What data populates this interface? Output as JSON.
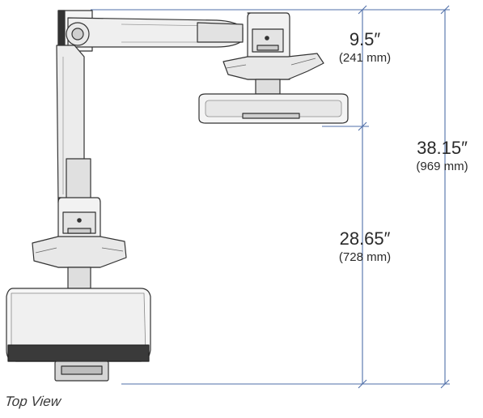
{
  "dimensions": {
    "upper_reach": {
      "imperial": "9.5″",
      "metric": "(241 mm)"
    },
    "lower_reach": {
      "imperial": "28.65″",
      "metric": "(728 mm)"
    },
    "total_reach": {
      "imperial": "38.15″",
      "metric": "(969 mm)"
    }
  },
  "caption": "Top View",
  "colors": {
    "dimension_line": "#4f6fa8",
    "outline": "#333333",
    "fill_light": "#ededed",
    "fill_mid": "#d2d2d2",
    "fill_dark": "#3a3a3a"
  }
}
